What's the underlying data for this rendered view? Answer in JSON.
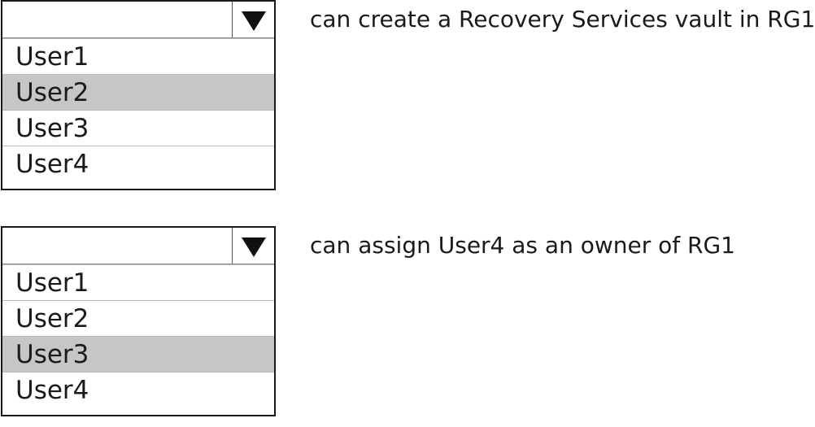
{
  "questions": [
    {
      "statement": "can create a Recovery Services vault in RG1",
      "selected_value": "",
      "options": [
        "User1",
        "User2",
        "User3",
        "User4"
      ],
      "highlighted_option": "User2"
    },
    {
      "statement": "can assign User4 as an owner of RG1",
      "selected_value": "",
      "options": [
        "User1",
        "User2",
        "User3",
        "User4"
      ],
      "highlighted_option": "User3"
    }
  ],
  "colors": {
    "highlight": "#c6c6c6",
    "border": "#1a1a1a",
    "text": "#1a1a1a"
  },
  "icons": {
    "dropdown_toggle": "triangle-down-icon"
  }
}
